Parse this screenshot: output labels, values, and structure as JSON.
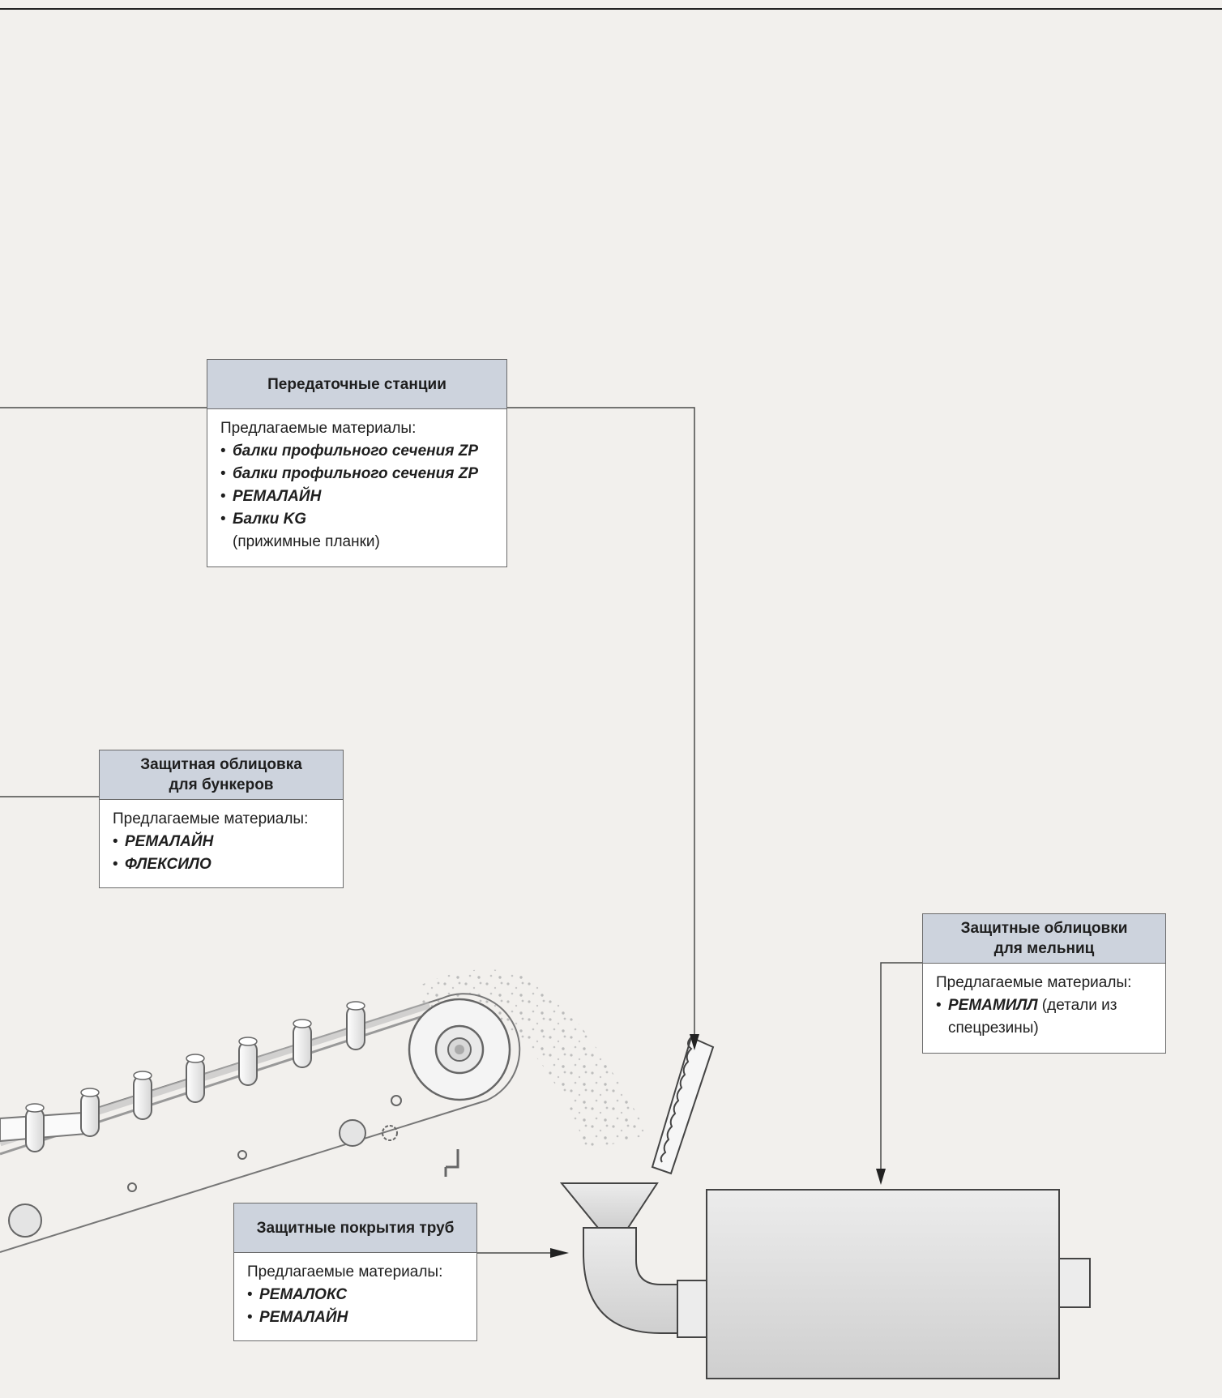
{
  "boxes": {
    "transfer": {
      "title": "Передаточные станции",
      "intro": "Предлагаемые материалы:",
      "items": [
        "балки профильного сечения ZP",
        "балки профильного сечения ZP",
        "РЕМАЛАЙН",
        "Балки KG"
      ],
      "items_note": "(прижимные планки)"
    },
    "bunker": {
      "title_line1": "Защитная облицовка",
      "title_line2": "для бункеров",
      "intro": "Предлагаемые материалы:",
      "items": [
        "РЕМАЛАЙН",
        "ФЛЕКСИЛО"
      ]
    },
    "mill": {
      "title_line1": "Защитные облицовки",
      "title_line2": "для мельниц",
      "intro": "Предлагаемые материалы:",
      "item_name": "РЕМАМИЛЛ",
      "item_rest": " (детали из спецрезины)"
    },
    "pipe": {
      "title": "Защитные покрытия труб",
      "intro": "Предлагаемые материалы:",
      "items": [
        "РЕМАЛОКС",
        "РЕМАЛАЙН"
      ]
    }
  },
  "colors": {
    "background": "#f2f0ed",
    "header_fill": "#cdd3dd",
    "line": "#4a4a4a",
    "equipment": "#e4e4e4"
  },
  "icons": [
    "conveyor-belt",
    "roller",
    "drum-pulley",
    "gear",
    "hopper",
    "pipe-elbow",
    "ball-mill",
    "liner-plate"
  ]
}
